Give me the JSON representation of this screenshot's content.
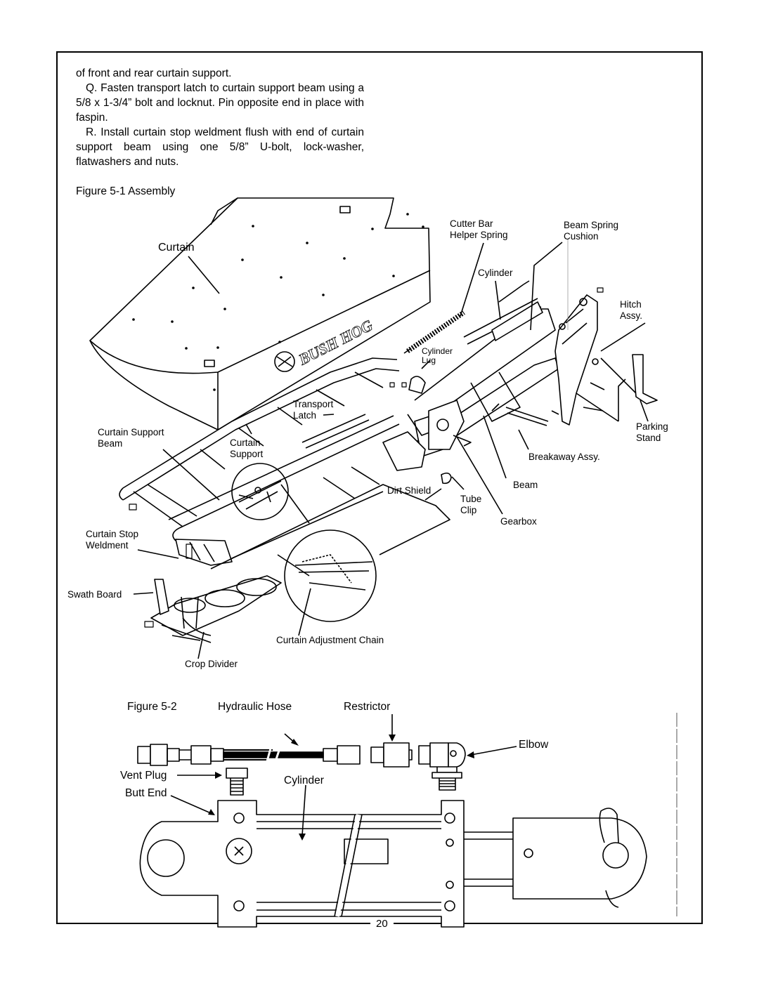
{
  "text": {
    "p0": "of front and rear curtain support.",
    "pq": "Q. Fasten transport latch to curtain support beam using a 5/8 x 1-3/4” bolt and locknut. Pin opposite end  in place with faspin.",
    "pr": "R. Install curtain stop weldment flush with end of curtain support beam using one 5/8” U-bolt, lock-washer, flatwashers and nuts."
  },
  "figure1": {
    "caption": "Figure 5-1 Assembly",
    "brand": "BUSH HOG",
    "labels": {
      "curtain": "Curtain",
      "cutter_bar_helper_spring": "Cutter Bar\nHelper Spring",
      "beam_spring_cushion": "Beam Spring\nCushion",
      "cylinder": "Cylinder",
      "hitch_assy": "Hitch\nAssy.",
      "cylinder_lug": "Cylinder\nLug",
      "transport_latch": "Transport\nLatch",
      "curtain_support_beam": "Curtain Support\nBeam",
      "curtain_support": "Curtain\nSupport",
      "parking_stand": "Parking\nStand",
      "breakaway_assy": "Breakaway Assy.",
      "beam": "Beam",
      "dirt_shield": "Dirt Shield",
      "tube_clip": "Tube\nClip",
      "gearbox": "Gearbox",
      "curtain_stop_weldment": "Curtain Stop\nWeldment",
      "swath_board": "Swath Board",
      "curtain_adjustment_chain": "Curtain Adjustment Chain",
      "crop_divider": "Crop Divider"
    }
  },
  "figure2": {
    "caption": "Figure 5-2",
    "labels": {
      "hydraulic_hose": "Hydraulic Hose",
      "restrictor": "Restrictor",
      "elbow": "Elbow",
      "vent_plug": "Vent Plug",
      "butt_end": "Butt End",
      "cylinder": "Cylinder"
    }
  },
  "page_number": "20"
}
